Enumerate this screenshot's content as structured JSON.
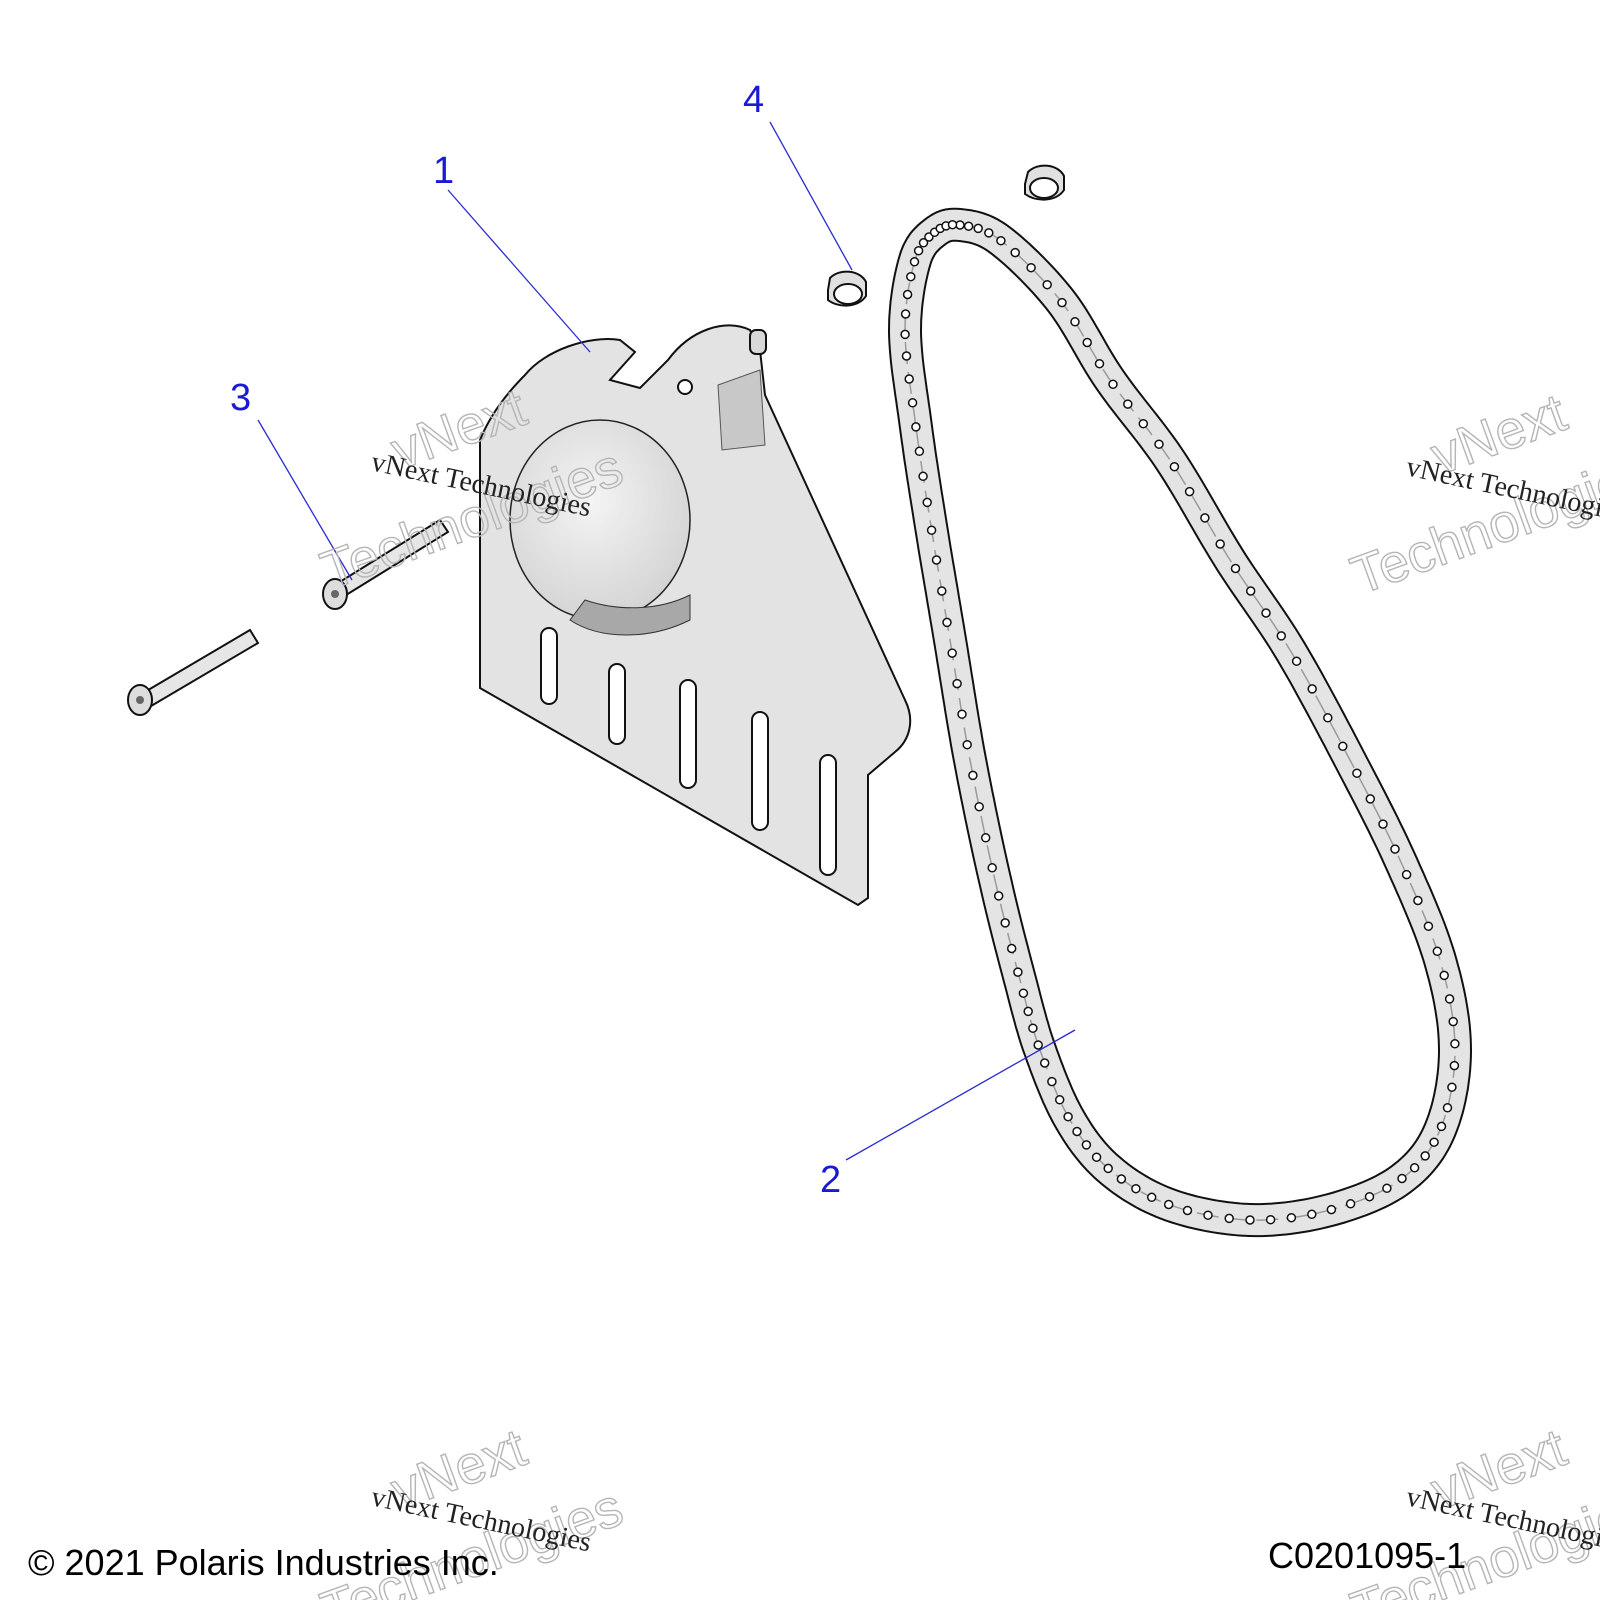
{
  "callouts": [
    {
      "id": "1",
      "label": "1"
    },
    {
      "id": "2",
      "label": "2"
    },
    {
      "id": "3",
      "label": "3"
    },
    {
      "id": "4",
      "label": "4"
    }
  ],
  "footer": {
    "copyright": "© 2021 Polaris Industries Inc.",
    "drawing_id": "C0201095-1"
  },
  "watermark": {
    "line_small": "vNext Technologies",
    "line_big_1": "vNext",
    "line_big_2": "Technologies"
  }
}
